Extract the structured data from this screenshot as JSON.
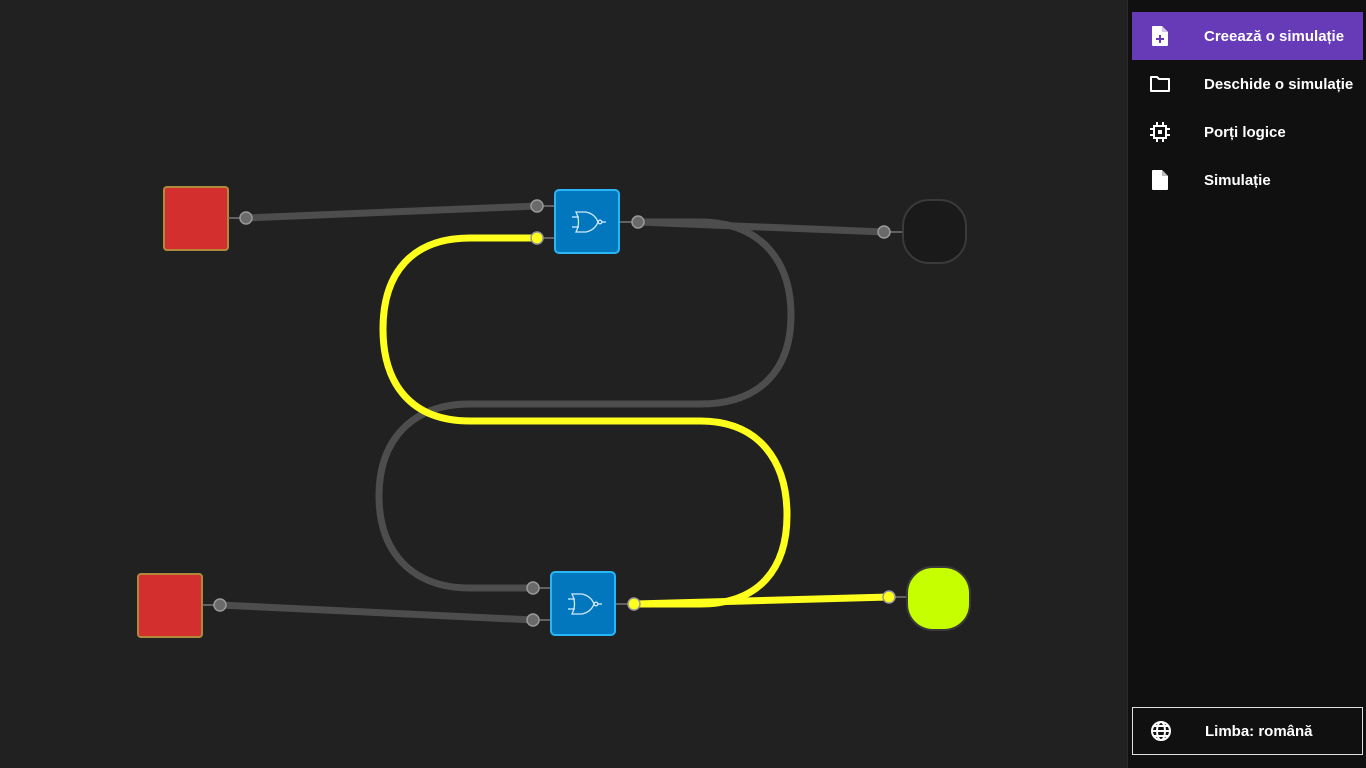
{
  "sidebar": {
    "items": [
      {
        "label": "Creează o simulație",
        "icon": "file-plus-icon",
        "active": true
      },
      {
        "label": "Deschide o simulație",
        "icon": "folder-icon",
        "active": false
      },
      {
        "label": "Porți logice",
        "icon": "chip-icon",
        "active": false
      },
      {
        "label": "Simulație",
        "icon": "document-icon",
        "active": false
      }
    ],
    "language_label": "Limba: română",
    "language_icon": "globe-icon"
  },
  "circuit": {
    "inputs": [
      {
        "name": "input-switch-top",
        "state": "off"
      },
      {
        "name": "input-switch-bottom",
        "state": "off"
      }
    ],
    "gates": [
      {
        "name": "nor-gate-top",
        "type": "NOR"
      },
      {
        "name": "nor-gate-bottom",
        "type": "NOR"
      }
    ],
    "outputs": [
      {
        "name": "output-lamp-top",
        "state": "off"
      },
      {
        "name": "output-lamp-bottom",
        "state": "on"
      }
    ]
  },
  "colors": {
    "background": "#212121",
    "sidebar": "#101010",
    "accent": "#673ab7",
    "wire_off": "#4d4d4d",
    "wire_on": "#ffff1e",
    "input_fill": "#d32f2f",
    "input_border": "#b08a3a",
    "gate_fill": "#0277bd",
    "gate_border": "#29b6f6",
    "lamp_on": "#c6ff00",
    "lamp_off": "#1a1a1a"
  }
}
